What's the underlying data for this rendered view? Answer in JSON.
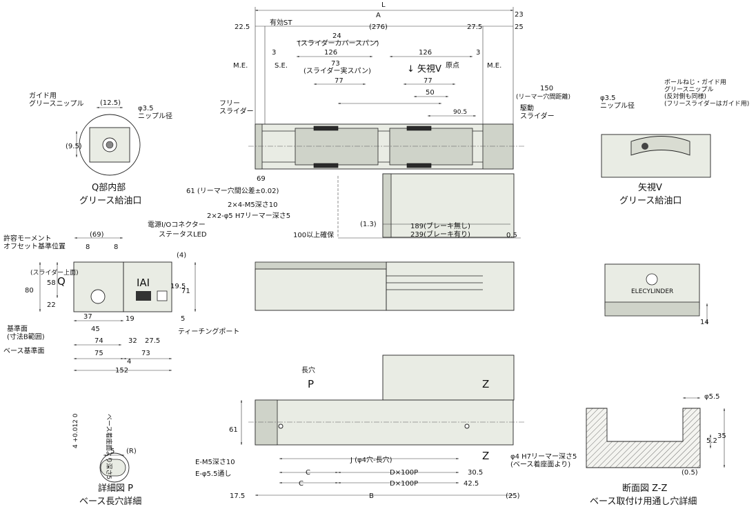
{
  "dims_top": {
    "L": "L",
    "A": "A",
    "d23": "23",
    "d25": "25",
    "d22_5": "22.5",
    "eff_st": "有効ST",
    "d276": "(276)",
    "d27_5": "27.5",
    "d24": "24",
    "slider_cover_span": "(スライダーカバースパン)",
    "d126a": "126",
    "d126b": "126",
    "d3a": "3",
    "d3b": "3",
    "me_left": "M.E.",
    "se": "S.E.",
    "me_right": "M.E.",
    "origin": "原点",
    "d73": "73",
    "slider_span": "(スライダー実スパン)",
    "arrow_v": "↓ 矢視V",
    "d77a": "77",
    "d77b": "77",
    "d50": "50",
    "d150": "150",
    "reamer_pitch": "(リーマー穴間距離)",
    "d90_5": "90.5",
    "free_slider": "フリー\nスライダー",
    "drive_slider": "駆動\nスライダー",
    "d69": "69",
    "reamer_tol": "61 (リーマー穴間公差±0.02)",
    "m5": "2×4-M5深さ10",
    "phi5": "2×2-φ5 H7リーマー深さ5",
    "d1_3": "(1.3)",
    "secure100": "100以上確保",
    "brake_none": "189(ブレーキ無し)",
    "brake_with": "239(ブレーキ有り)",
    "d0_5": "0.5"
  },
  "q_detail": {
    "guide_grease": "ガイド用\nグリースニップル",
    "d12_5": "(12.5)",
    "d9_5": "(9.5)",
    "phi3_5": "φ3.5\nニップル径",
    "title1": "Q部内部",
    "title2": "グリース給油口"
  },
  "v_view": {
    "ball_screw": "ボールねじ・ガイド用\nグリースニップル\n(反対側も同様)\n(フリースライダーはガイド用)",
    "phi3_5": "φ3.5\nニップル径",
    "title1": "矢視V",
    "title2": "グリース給油口"
  },
  "end_view": {
    "allow_moment": "許容モーメント\nオフセット基準位置",
    "d69": "(69)",
    "d8a": "8",
    "d8b": "8",
    "power_io": "電源I/Oコネクター",
    "status_led": "ステータスLED",
    "d4": "(4)",
    "q": "Q",
    "d80": "80",
    "slider_top": "(スライダー上面)",
    "d58": "58",
    "d22": "22",
    "d71": "71",
    "d19_5": "19.5",
    "d19": "19",
    "d5": "5",
    "d37": "37",
    "d45": "45",
    "d74": "74",
    "d75": "75",
    "d4b": "4",
    "d152": "152",
    "d32": "32",
    "d27_5": "27.5",
    "d73": "73",
    "ref_face": "基準面\n(寸法B範囲)",
    "base_ref": "ベース基準面",
    "teaching_port": "ティーチングポート",
    "logo": "IAI"
  },
  "motor_end": {
    "brand": "ELECYLINDER",
    "d14": "14"
  },
  "bottom_view": {
    "long_hole": "長穴",
    "p": "P",
    "z1": "Z",
    "z2": "Z",
    "d61": "61",
    "e_m5": "E-M5深さ10",
    "e_phi": "E-φ5.5通し",
    "j": "J (φ4穴-長穴)",
    "c1": "C",
    "c2": "C",
    "dx1": "D×100P",
    "dx2": "D×100P",
    "d30_5": "30.5",
    "d42_5": "42.5",
    "d17_5": "17.5",
    "b": "B",
    "d25": "(25)",
    "phi4": "φ4 H7リーマー深さ5\n(ベース着座面より)"
  },
  "p_detail": {
    "depth5": "ベース着座面より深さ5",
    "tol": "4 +0.012 0",
    "d5": "5",
    "r": "(R)",
    "title1": "詳細図 P",
    "title2": "ベース長穴詳細"
  },
  "z_section": {
    "phi5_5": "φ5.5",
    "d35": "35",
    "d5_2": "5.2",
    "d0_5": "(0.5)",
    "title1": "断面図 Z-Z",
    "title2": "ベース取付け用通し穴詳細"
  }
}
